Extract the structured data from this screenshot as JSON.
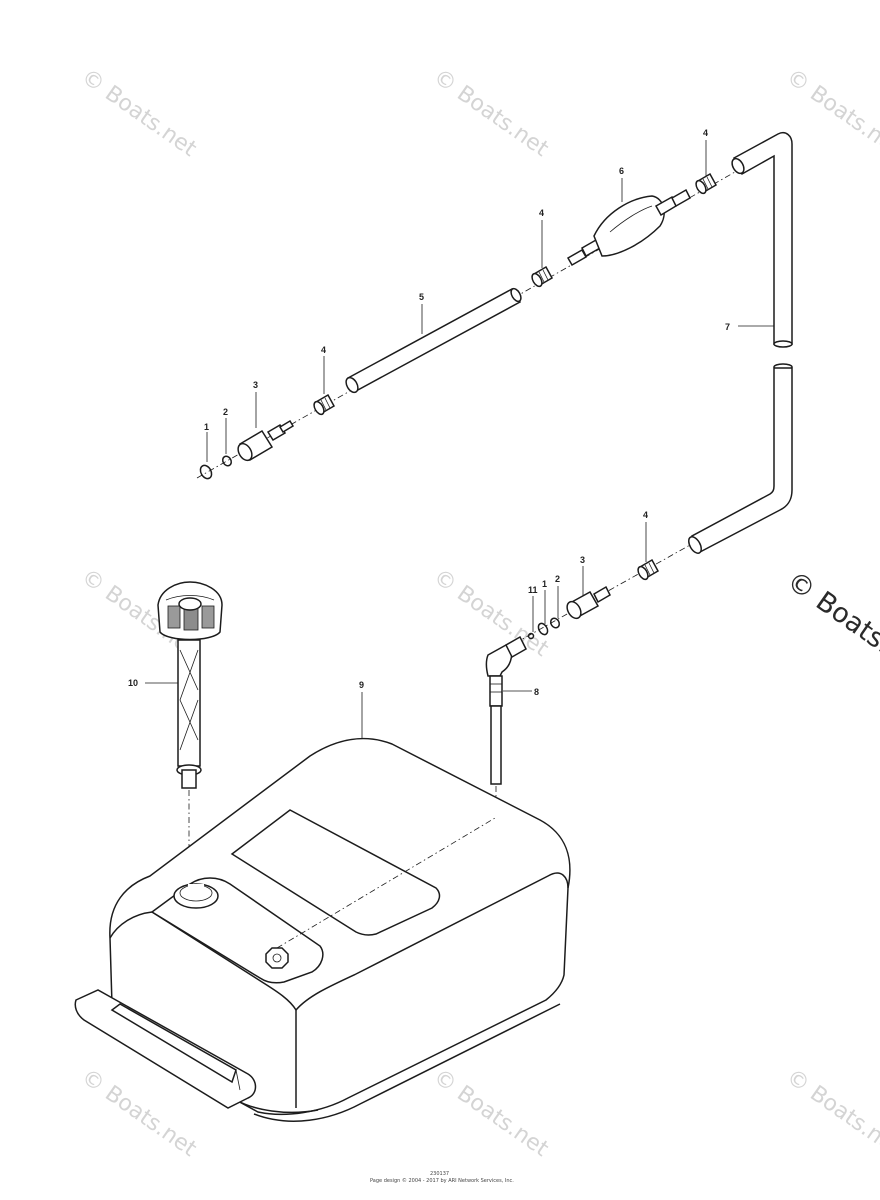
{
  "watermarks": {
    "text": "© Boats.net",
    "large": "© Boats.net"
  },
  "callouts": {
    "c1_left": "1",
    "c2_left": "2",
    "c3_left": "3",
    "c4_left": "4",
    "c5": "5",
    "c4_mid": "4",
    "c6": "6",
    "c4_top": "4",
    "c7": "7",
    "c4_right": "4",
    "c3_right": "3",
    "c2_right": "2",
    "c1_right": "1",
    "c11": "11",
    "c8": "8",
    "c9": "9",
    "c10": "10"
  },
  "footer": {
    "code": "230137",
    "copyright": "Page design © 2004 - 2017 by ARI Network Services, Inc."
  }
}
